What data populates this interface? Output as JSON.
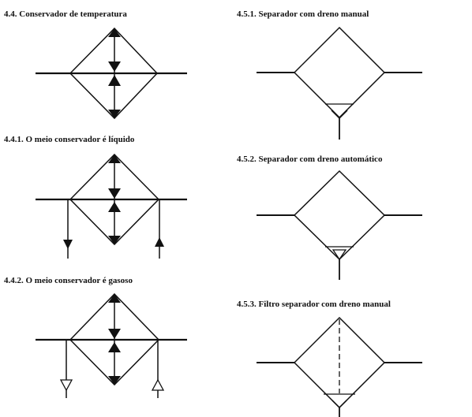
{
  "captions": {
    "temperature_conditioner": "4.4. Conservador de temperatura",
    "liquid_medium": "4.4.1. O meio conservador é líquido",
    "gaseous_medium": "4.4.2. O meio conservador é gasoso",
    "separator_manual_drain": "4.5.1. Separador com dreno manual",
    "separator_automatic_drain": "4.5.2. Separador com dreno automático",
    "filter_separator_manual_drain": "4.5.3. Filtro separador com dreno manual"
  },
  "colors": {
    "ink": "#111111",
    "background": "#ffffff"
  }
}
